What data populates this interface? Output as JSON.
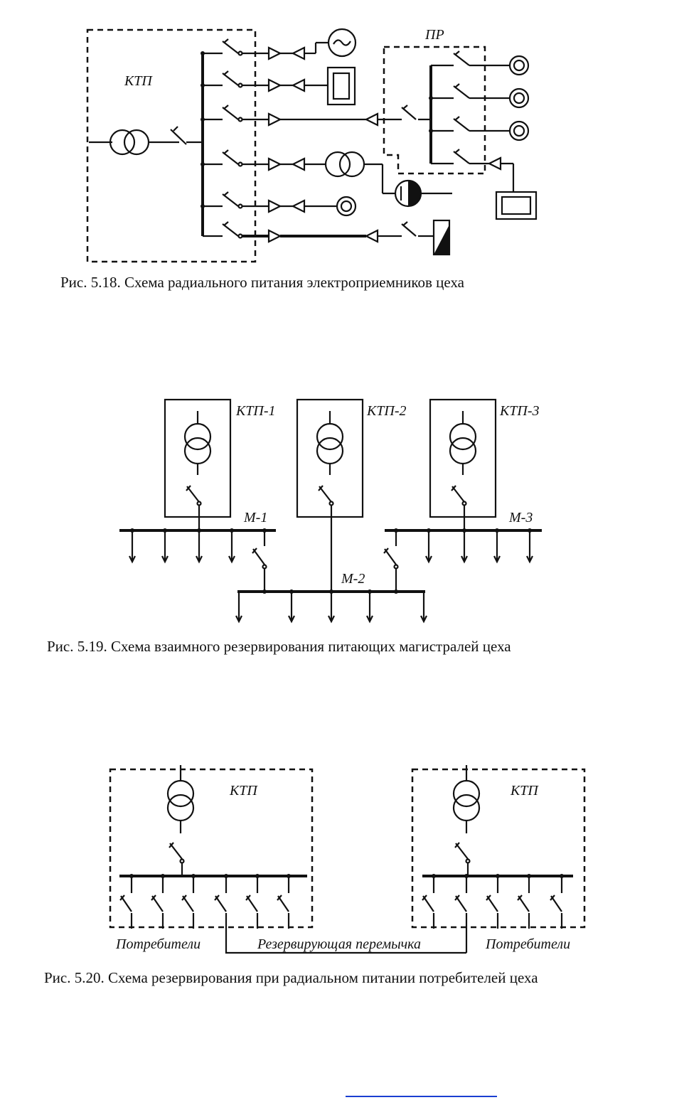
{
  "fig518": {
    "label_ktp": "КТП",
    "label_pr": "ПР",
    "caption": "Рис. 5.18. Схема радиального питания электроприемников цеха"
  },
  "fig519": {
    "label_ktp1": "КТП-1",
    "label_ktp2": "КТП-2",
    "label_ktp3": "КТП-3",
    "label_m1": "М-1",
    "label_m2": "М-2",
    "label_m3": "М-3",
    "caption": "Рис. 5.19. Схема взаимного резервирования питающих магистралей цеха"
  },
  "fig520": {
    "label_ktp_left": "КТП",
    "label_ktp_right": "КТП",
    "label_consumers_left": "Потребители",
    "label_jumper": "Резервирующая перемычка",
    "label_consumers_right": "Потребители",
    "caption": "Рис. 5.20. Схема резервирования при радиальном питании потребителей цеха"
  },
  "colors": {
    "ink": "#111111",
    "link": "#1a3fd1"
  }
}
